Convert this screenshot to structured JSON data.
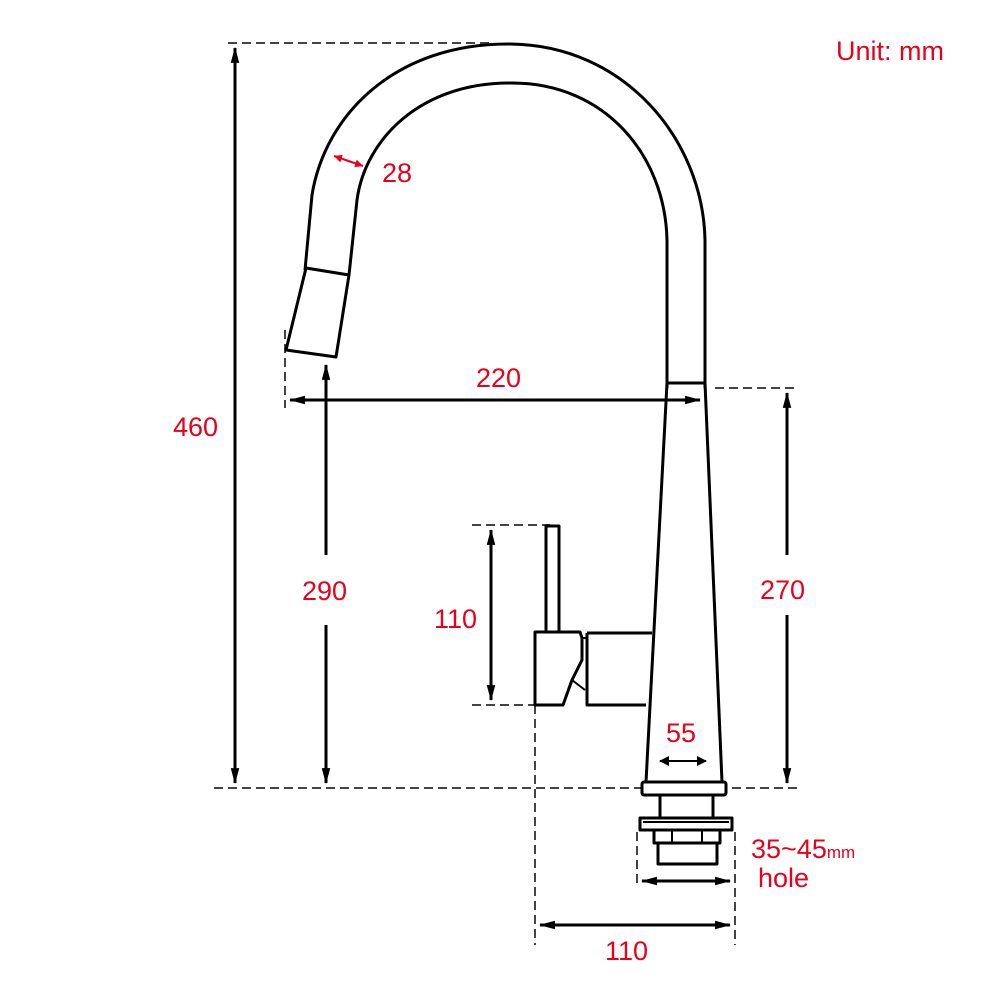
{
  "unit_label": "Unit: mm",
  "colors": {
    "dimension_text": "#e8001c",
    "outline": "#000000",
    "dashed_guides": "#444444",
    "background": "#ffffff"
  },
  "dimensions": {
    "overall_height": "460",
    "spout_tube_diameter": "28",
    "spout_reach": "220",
    "spout_outlet_height": "290",
    "handle_height": "110",
    "body_height": "270",
    "body_base_width": "55",
    "mounting_hole_value": "35~45",
    "mounting_hole_unit": "mm",
    "mounting_hole_caption": "hole",
    "base_to_handle_depth": "110"
  }
}
